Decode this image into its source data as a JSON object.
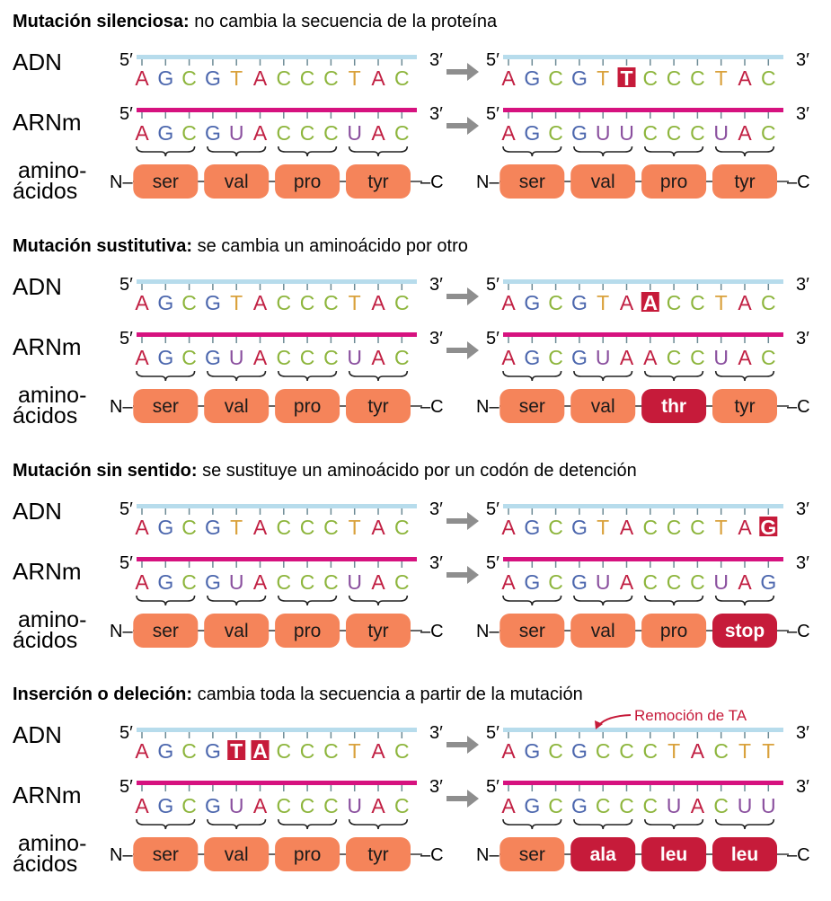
{
  "colors": {
    "A": "#c12043",
    "G": "#4b66ad",
    "C": "#8db53c",
    "T": "#d9a13b",
    "U": "#8a4f9e",
    "dna_strand": "#b7dcec",
    "mrna_strand": "#d6127f",
    "amino_normal": "#f5845a",
    "amino_mutant": "#c61b3a",
    "arrow": "#8e8e8e"
  },
  "labels": {
    "dna": "ADN",
    "mrna": "ARNm",
    "amino_line1": "amino-",
    "amino_line2": "ácidos",
    "five_prime": "5′",
    "three_prime": "3′",
    "n_term": "N–",
    "c_term": "–C"
  },
  "panels": [
    {
      "title_bold": "Mutación silenciosa:",
      "title_rest": " no cambia la secuencia de la proteína",
      "dna_orig": [
        "A",
        "G",
        "C",
        "G",
        "T",
        "A",
        "C",
        "C",
        "C",
        "T",
        "A",
        "C"
      ],
      "mrna_orig": [
        "A",
        "G",
        "C",
        "G",
        "U",
        "A",
        "C",
        "C",
        "C",
        "U",
        "A",
        "C"
      ],
      "aa_orig": [
        "ser",
        "val",
        "pro",
        "tyr"
      ],
      "dna_mut": [
        "A",
        "G",
        "C",
        "G",
        "T",
        "T",
        "C",
        "C",
        "C",
        "T",
        "A",
        "C"
      ],
      "dna_mut_highlight": [
        5
      ],
      "mrna_mut": [
        "A",
        "G",
        "C",
        "G",
        "U",
        "U",
        "C",
        "C",
        "C",
        "U",
        "A",
        "C"
      ],
      "aa_mut": [
        "ser",
        "val",
        "pro",
        "tyr"
      ],
      "aa_mut_highlight": []
    },
    {
      "title_bold": "Mutación sustitutiva:",
      "title_rest": " se cambia un aminoácido por otro",
      "dna_orig": [
        "A",
        "G",
        "C",
        "G",
        "T",
        "A",
        "C",
        "C",
        "C",
        "T",
        "A",
        "C"
      ],
      "mrna_orig": [
        "A",
        "G",
        "C",
        "G",
        "U",
        "A",
        "C",
        "C",
        "C",
        "U",
        "A",
        "C"
      ],
      "aa_orig": [
        "ser",
        "val",
        "pro",
        "tyr"
      ],
      "dna_mut": [
        "A",
        "G",
        "C",
        "G",
        "T",
        "A",
        "A",
        "C",
        "C",
        "T",
        "A",
        "C"
      ],
      "dna_mut_highlight": [
        6
      ],
      "mrna_mut": [
        "A",
        "G",
        "C",
        "G",
        "U",
        "A",
        "A",
        "C",
        "C",
        "U",
        "A",
        "C"
      ],
      "aa_mut": [
        "ser",
        "val",
        "thr",
        "tyr"
      ],
      "aa_mut_highlight": [
        2
      ]
    },
    {
      "title_bold": "Mutación sin sentido:",
      "title_rest": " se sustituye un aminoácido por un codón de detención",
      "dna_orig": [
        "A",
        "G",
        "C",
        "G",
        "T",
        "A",
        "C",
        "C",
        "C",
        "T",
        "A",
        "C"
      ],
      "mrna_orig": [
        "A",
        "G",
        "C",
        "G",
        "U",
        "A",
        "C",
        "C",
        "C",
        "U",
        "A",
        "C"
      ],
      "aa_orig": [
        "ser",
        "val",
        "pro",
        "tyr"
      ],
      "dna_mut": [
        "A",
        "G",
        "C",
        "G",
        "T",
        "A",
        "C",
        "C",
        "C",
        "T",
        "A",
        "G"
      ],
      "dna_mut_highlight": [
        11
      ],
      "mrna_mut": [
        "A",
        "G",
        "C",
        "G",
        "U",
        "A",
        "C",
        "C",
        "C",
        "U",
        "A",
        "G"
      ],
      "aa_mut": [
        "ser",
        "val",
        "pro",
        "stop"
      ],
      "aa_mut_highlight": [
        3
      ]
    },
    {
      "title_bold": "Inserción o deleción:",
      "title_rest": " cambia toda la secuencia a partir de la mutación",
      "dna_orig": [
        "A",
        "G",
        "C",
        "G",
        "T",
        "A",
        "C",
        "C",
        "C",
        "T",
        "A",
        "C"
      ],
      "dna_orig_highlight": [
        4,
        5
      ],
      "mrna_orig": [
        "A",
        "G",
        "C",
        "G",
        "U",
        "A",
        "C",
        "C",
        "C",
        "U",
        "A",
        "C"
      ],
      "aa_orig": [
        "ser",
        "val",
        "pro",
        "tyr"
      ],
      "dna_mut": [
        "A",
        "G",
        "C",
        "G",
        "C",
        "C",
        "C",
        "T",
        "A",
        "C",
        "T",
        "T"
      ],
      "dna_mut_highlight": [],
      "mrna_mut": [
        "A",
        "G",
        "C",
        "G",
        "C",
        "C",
        "C",
        "U",
        "A",
        "C",
        "U",
        "U"
      ],
      "aa_mut": [
        "ser",
        "ala",
        "leu",
        "leu"
      ],
      "aa_mut_highlight": [
        1,
        2,
        3
      ],
      "annotation": "Remoción de TA"
    }
  ]
}
